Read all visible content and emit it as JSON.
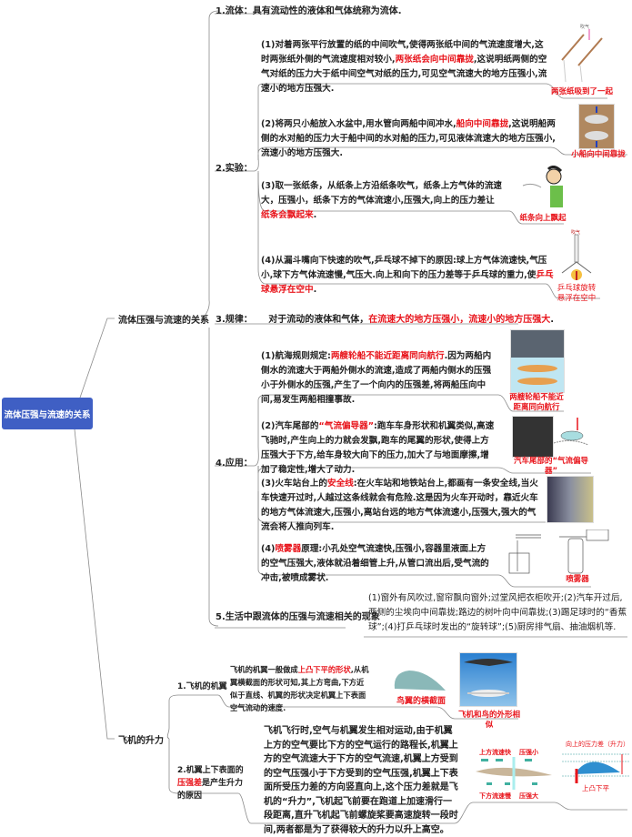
{
  "root": "流体压强与流速的关系",
  "branch1": {
    "title": "流体压强与流速的关系",
    "fluid": "1.流体：具有流动性的液体和气体统称为流体.",
    "experiments_label": "2.实验：",
    "experiments": [
      {
        "pre": "(1)对着两张平行放置的纸的中间吹气,使得两张纸中间的气流速度增大,这时两张纸外侧的气流速度相对较小,",
        "red": "两张纸会向中间靠拢",
        "post": ",这说明纸两侧的空气对纸的压力大于纸中间空气对纸的压力,可见空气流速大的地方压强小,流速小的地方压强大.",
        "caption": "两张纸吸到了一起",
        "img_label": "吹气"
      },
      {
        "pre": "(2)将两只小船放入水盆中,用水管向两船中间冲水,",
        "red": "船向中间靠拢",
        "post": ",这说明船两侧的水对船的压力大于船中间的水对船的压力,可见液体流速大的地方压强小,流速小的地方压强大.",
        "caption": "小船向中间靠拢"
      },
      {
        "pre": "(3)取一张纸条，从纸条上方沿纸条吹气，纸条上方气体的流速大，压强小，纸条下方的气体流速小,压强大,向上的压力差让",
        "red": "纸条会飘起来",
        "post": ".",
        "caption": "纸条向上飘起"
      },
      {
        "pre": "(4)从漏斗嘴向下快速的吹气,乒乓球不掉下的原因:球上方气体流速快,气压小,球下方气体流速慢,气压大.向上和向下的压力差等于乒乓球的重力,使",
        "red": "乒乓球悬浮在空中",
        "post": ".",
        "caption": "乒乓球旋转悬浮在空中",
        "img_label": "吹气"
      }
    ],
    "rule": {
      "label": "3.规律：",
      "pre": "对于流动的液体和气体，",
      "red": "在流速大的地方压强小，流速小的地方压强大",
      "post": "."
    },
    "applications_label": "4.应用：",
    "applications": [
      {
        "pre": "(1)航海规则规定:",
        "red": "两艘轮船不能近距离同向航行",
        "post": ".因为两船内侧水的流速大于两船外侧水的流速,造成了两船内侧水的压强小于外侧水的压强,产生了一个向内的压强差,将两船压向中间,易发生两船相撞事故.",
        "caption": "两艘轮船不能近距离同向航行"
      },
      {
        "pre": "(2)汽车尾部的",
        "red": "“气流偏导器”",
        "post": ":跑车车身形状和机翼类似,高速飞驰时,产生向上的力就会发飘,跑车的尾翼的形状,使得上方压强大于下方,给车身较大向下的压力,加大了与地面摩擦,增加了稳定性,增大了动力.",
        "caption": "汽车尾部的“气流偏导器”"
      },
      {
        "pre": "(3)火车站台上的",
        "red": "安全线",
        "post": ":在火车站和地铁站台上,都画有一条安全线,当火车快速开过时,人越过这条线就会有危险.这是因为火车开动时，靠近火车的地方气体流速大,压强小,离站台远的地方气体流速小,压强大,强大的气流会将人推向列车."
      },
      {
        "pre": "(4)",
        "red": "喷雾器",
        "post": "原理:小孔处空气流速快,压强小,容器里液面上方的空气压强大,液体就沿着细管上升,从管口流出后,受气流的冲击,被喷成雾状.",
        "caption": "喷雾器"
      }
    ],
    "life": {
      "label": "5.生活中跟流体的压强与流速相关的现象",
      "text": "(1)窗外有风吹过,窗帘飘向窗外;过堂风把衣柜吹开;(2)汽车开过后,两侧的尘埃向中间靠拢;路边的树叶向中间靠拢;(3)踢足球时的“香蕉球”;(4)打乒乓球时发出的“旋转球”;(5)厨房排气扇、抽油烟机等."
    }
  },
  "branch2": {
    "title": "飞机的升力",
    "wing": {
      "label": "1.飞机的机翼",
      "pre": "飞机的机翼一般做成",
      "red": "上凸下平的形状",
      "post": ",从机翼横截面的形状可知,其上方弯曲,下方近似于直线、机翼的形状决定机翼上下表面空气流动的速度.",
      "caption1": "鸟翼的横截面",
      "caption2": "飞机和鸟的外形相似"
    },
    "pressure": {
      "label_pre": "2.机翼上下表面的",
      "label_red": "压强差",
      "label_post": "是产生升力的原因",
      "text": "飞机飞行时,空气与机翼发生相对运动,由于机翼上方的空气要比下方的空气运行的路程长,机翼上方的空气流速大于下方的空气流速,机翼上方受到的空气压强小于下方受到的空气压强,机翼上下表面所受压力差的方向竖直向上,这个压力差就是飞机的“升力”,飞机起飞前要在跑道上加速滑行一段距离,直升飞机起飞前螺旋桨要高速旋转一段时间,两者都是为了获得较大的升力以升上高空。",
      "diagram": {
        "top_speed": "上方流速快",
        "top_pressure": "压强小",
        "bottom_speed": "下方流速慢",
        "bottom_pressure": "压强大",
        "lift": "向上的压力差（升力）",
        "shape": "上凸下平"
      }
    }
  },
  "colors": {
    "root_bg": "#3f5fc4",
    "highlight": "#e8141b",
    "line": "#8a8a8a"
  }
}
